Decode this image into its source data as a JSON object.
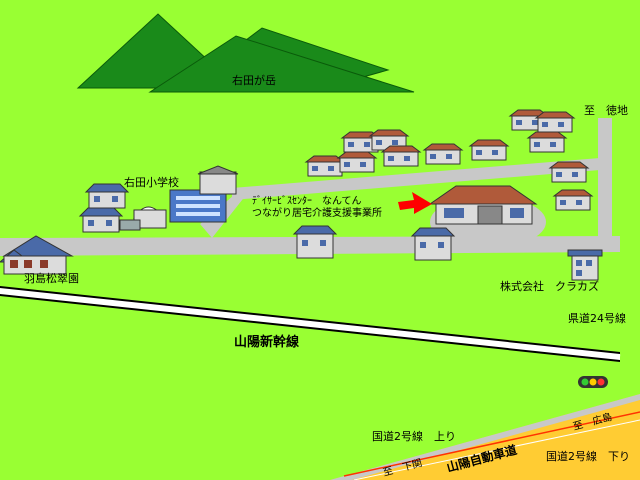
{
  "labels": {
    "mountain": "右田が岳",
    "to_tokuji": "至　徳地",
    "school": "右田小学校",
    "facility_line1": "ﾃﾞｲｻｰﾋﾞｽｾﾝﾀｰ　なんてん",
    "facility_line2": "つながり居宅介護支援事業所",
    "home": "羽島松翠園",
    "company": "株式会社　クラカズ",
    "prefectural_road": "県道24号線",
    "shinkansen": "山陽新幹線",
    "route2_up": "国道2号線　上り",
    "expressway": "山陽自動車道",
    "to_hiroshima": "至　広島",
    "to_shimonoseki": "至　下関",
    "route2_down": "国道2号線　下り"
  },
  "colors": {
    "grass": "#99ff33",
    "mountain": "#1a8a1a",
    "road": "#c8c8c8",
    "expressway": "#ffcc33",
    "arrow": "#ff0000",
    "roof_brown": "#b05a3a",
    "roof_blue": "#4a6aa8"
  },
  "icons": {
    "arrow": "red-arrow-icon",
    "traffic_light": "traffic-light-icon"
  }
}
